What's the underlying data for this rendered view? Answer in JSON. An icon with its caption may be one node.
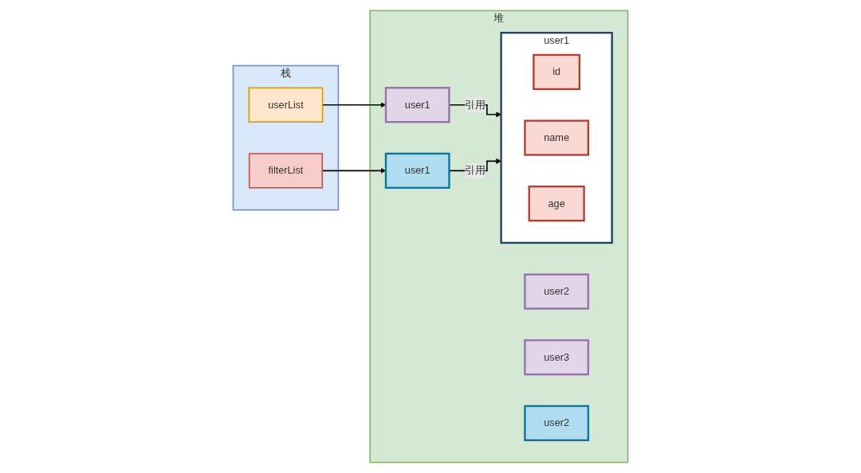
{
  "diagram": {
    "nodes": [
      {
        "text": [
          "栈"
        ]
      },
      {
        "text": [
          "userList"
        ],
        "in": 0
      },
      {
        "text": [
          "filterList"
        ],
        "in": 0
      },
      {
        "text": [
          "堆"
        ]
      },
      {
        "text": [
          "user1"
        ],
        "in": 3
      },
      {
        "text": [
          "user2"
        ],
        "in": 3
      },
      {
        "text": [
          "user3"
        ],
        "in": 3
      },
      {
        "text": [
          "user1"
        ],
        "in": 3
      },
      {
        "text": [
          "id"
        ],
        "in": 7
      },
      {
        "text": [
          "name"
        ],
        "in": 7
      },
      {
        "text": [
          "age"
        ],
        "in": 7
      },
      {
        "text": [
          "user1"
        ],
        "in": 3
      },
      {
        "text": [
          "user2"
        ],
        "in": 3
      }
    ],
    "edges": [
      {
        "from": 1,
        "to": 4,
        "arrow": "to"
      },
      {
        "from": 4,
        "to": 7,
        "label": "引用",
        "arrow": "to"
      },
      {
        "from": 2,
        "to": 11,
        "arrow": "to"
      },
      {
        "from": 11,
        "to": 7,
        "label": "引用",
        "arrow": "to"
      }
    ]
  }
}
